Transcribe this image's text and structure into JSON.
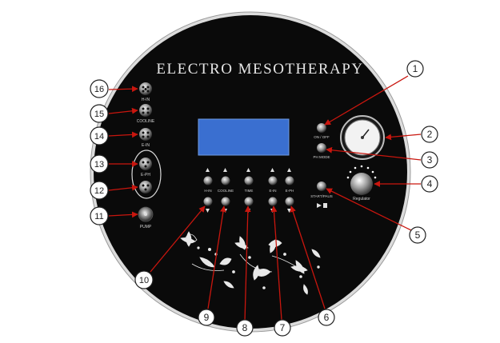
{
  "panel": {
    "title": "ELECTRO MESOTHERAPY",
    "screen_color": "#3a6fd0",
    "panel_color": "#0a0a0a",
    "arrow_color": "#c9160e"
  },
  "connectors": [
    {
      "id": "h-in",
      "label": "H-IN"
    },
    {
      "id": "cooline",
      "label": "COOLINE"
    },
    {
      "id": "e-in",
      "label": "E-IN"
    },
    {
      "id": "e-ph-1",
      "label": "E-PH"
    },
    {
      "id": "e-ph-2",
      "label": ""
    },
    {
      "id": "pump",
      "label": "PUMP"
    }
  ],
  "buttons": {
    "on_off": "ON / OFF",
    "ph_mode": "PH MODE",
    "start_pause": "START/PAUS",
    "regulator": "Regulator",
    "row": [
      "H-IN",
      "COOLINE",
      "TIME",
      "E-IN",
      "E-PH"
    ]
  },
  "callouts": [
    "1",
    "2",
    "3",
    "4",
    "5",
    "6",
    "7",
    "8",
    "9",
    "10",
    "11",
    "12",
    "13",
    "14",
    "15",
    "16"
  ]
}
